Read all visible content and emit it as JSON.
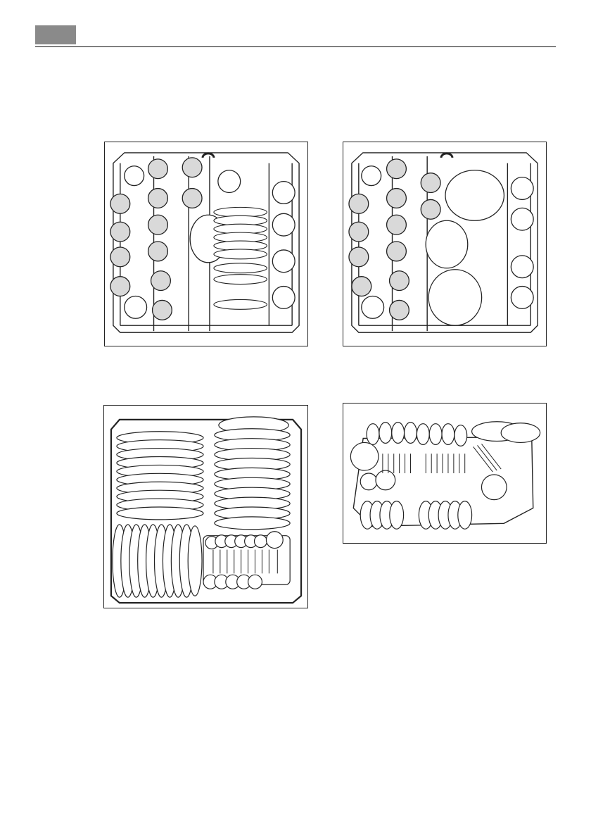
{
  "page": {
    "header": {
      "tab_color": "#8a8a8a",
      "rule_color": "#111111"
    },
    "figures": [
      {
        "id": "upper-basket-cups-plates",
        "icon": "upper-basket-cups-plates-illustration"
      },
      {
        "id": "upper-basket-cups-bowls",
        "icon": "upper-basket-cups-bowls-illustration"
      },
      {
        "id": "lower-basket-plates",
        "icon": "lower-basket-plates-illustration"
      },
      {
        "id": "cutlery-basket",
        "icon": "cutlery-basket-illustration"
      }
    ]
  }
}
